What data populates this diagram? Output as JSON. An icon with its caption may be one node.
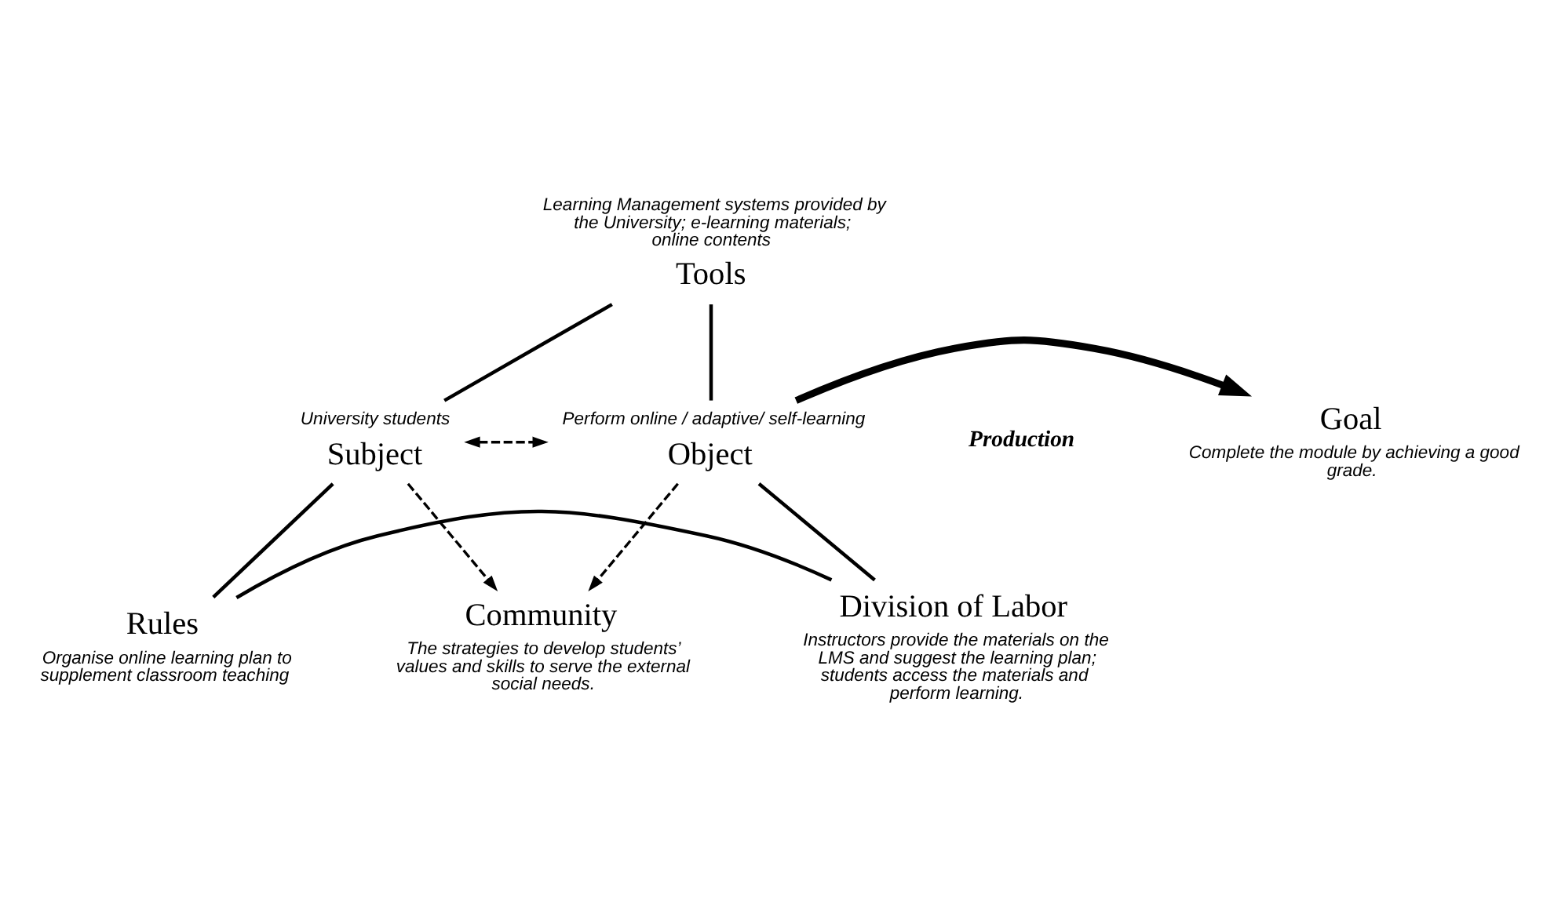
{
  "diagram": {
    "nodes": [
      {
        "text": [
          "Tools"
        ],
        "beside": [
          "Learning Management systems provided by the University; e-learning materials; online contents"
        ]
      },
      {
        "text": [
          "Subject"
        ],
        "beside": [
          "University students"
        ]
      },
      {
        "text": [
          "Object"
        ],
        "beside": [
          "Perform online / adaptive/ self-learning"
        ]
      },
      {
        "text": [
          "Goal"
        ],
        "beside": [
          "Complete the module by achieving a good grade."
        ]
      },
      {
        "text": [
          "Rules"
        ],
        "beside": [
          "Organise online learning plan to supplement classroom teaching"
        ]
      },
      {
        "text": [
          "Community"
        ],
        "beside": [
          "The strategies to develop students’ values and skills to serve the external social needs."
        ]
      },
      {
        "text": [
          "Division of Labor"
        ],
        "beside": [
          "Instructors provide the materials on the LMS and suggest the learning plan; students access the materials and perform learning."
        ]
      }
    ],
    "edges": [
      {
        "from": 0,
        "to": 1,
        "arrow": "none"
      },
      {
        "from": 0,
        "to": 2,
        "arrow": "none"
      },
      {
        "from": 1,
        "to": 2,
        "arrow": "both",
        "style": "dashed"
      },
      {
        "from": 1,
        "to": 5,
        "arrow": "to",
        "style": "dashed"
      },
      {
        "from": 2,
        "to": 5,
        "arrow": "to",
        "style": "dashed"
      },
      {
        "from": 2,
        "to": 3,
        "arrow": "to",
        "style": "thick"
      },
      {
        "from": 1,
        "to": 4,
        "arrow": "none"
      },
      {
        "from": 2,
        "to": 6,
        "arrow": "none"
      },
      {
        "from": 4,
        "to": 6,
        "arrow": "none"
      }
    ],
    "labels": [
      "Production"
    ]
  }
}
